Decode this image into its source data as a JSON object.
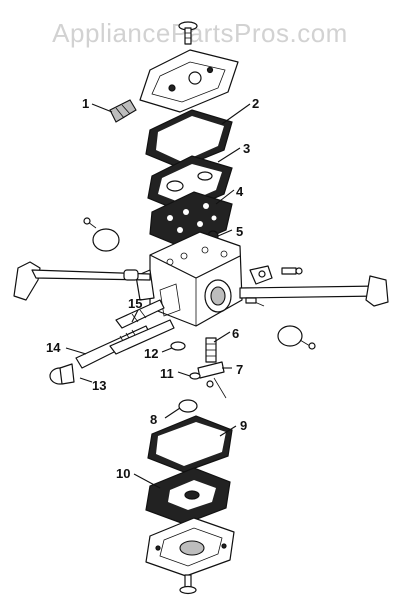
{
  "watermark": {
    "text": "AppliancePartsPros.com"
  },
  "callouts": [
    {
      "id": "1",
      "label": "1"
    },
    {
      "id": "2",
      "label": "2"
    },
    {
      "id": "3",
      "label": "3"
    },
    {
      "id": "4",
      "label": "4"
    },
    {
      "id": "5",
      "label": "5"
    },
    {
      "id": "6",
      "label": "6"
    },
    {
      "id": "7",
      "label": "7"
    },
    {
      "id": "8",
      "label": "8"
    },
    {
      "id": "9",
      "label": "9"
    },
    {
      "id": "10",
      "label": "10"
    },
    {
      "id": "11",
      "label": "11"
    },
    {
      "id": "12",
      "label": "12"
    },
    {
      "id": "13",
      "label": "13"
    },
    {
      "id": "14",
      "label": "14"
    },
    {
      "id": "15",
      "label": "15"
    }
  ],
  "colors": {
    "ink": "#111111",
    "watermark": "#d2d2d2",
    "background": "#ffffff"
  }
}
